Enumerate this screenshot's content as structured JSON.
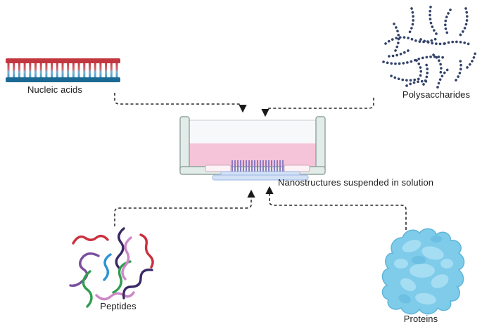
{
  "diagram": {
    "description": "Four biomolecule classes assembled into nanostructures suspended in a solution dish",
    "labels": {
      "nucleic_acids": "Nucleic acids",
      "polysaccharides": "Polysaccharides",
      "peptides": "Peptides",
      "proteins": "Proteins",
      "caption": "Nanostructures suspended in solution"
    },
    "icons": [
      "nucleic-acids-icon",
      "polysaccharides-icon",
      "solution-dish-icon",
      "nanostructure-comb-icon",
      "peptides-icon",
      "proteins-icon",
      "dashed-arrow"
    ],
    "colors": {
      "dna_red": "#c2363f",
      "dna_blue": "#1b6a93",
      "polysaccharide_dots": "#33436b",
      "dish_wall": "#e2ece9",
      "dish_outline": "#8fa39d",
      "solution_pink": "#f6c4d8",
      "substrate_blue": "#d3e1f5",
      "comb_purple": "#8b7bc2",
      "protein_blue": "#7ecbea",
      "arrow": "#2a2a2a",
      "peptide_red": "#cb2f3d",
      "peptide_purple": "#7b4f9d",
      "peptide_blue": "#2d93d6",
      "peptide_green": "#2f9e50",
      "peptide_navy": "#392a66",
      "peptide_orchid": "#cd87c6"
    }
  }
}
